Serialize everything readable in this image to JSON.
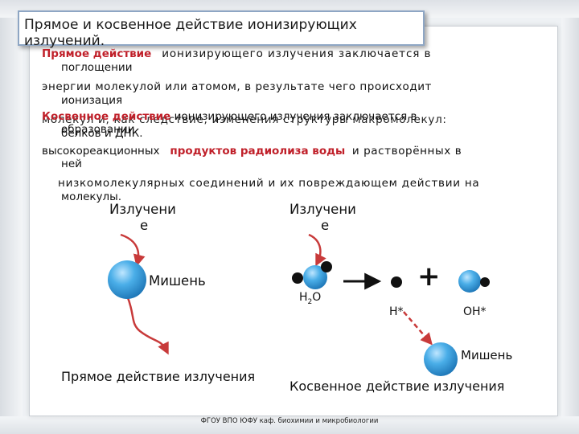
{
  "title": "Прямое и косвенное действие ионизирующих излучений.",
  "paragraph1": {
    "term": "Прямое действие",
    "line1_rest": "ионизирующего излучения заключается в",
    "line1_wrap": "поглощении",
    "line2": "энергии молекулой или атомом, в результате чего происходит",
    "line2_wrap": "ионизация",
    "line3": "молекул и, как следствие, изменения структуры макромолекул:",
    "line3_wrap": "белков и ДНК."
  },
  "paragraph2": {
    "term": "Косвенное действие",
    "line1_rest": "ионизирующего излучения заключается в",
    "line1_wrap": "образовании",
    "line2_start": "высокореакционных",
    "line2_term": "продуктов радиолиза воды",
    "line2_rest": "и растворённых в",
    "line2_wrap": "ней",
    "line3": "низкомолекулярных соединений и их повреждающем действии на",
    "line3_wrap": "молекулы."
  },
  "diagram": {
    "left_radiation_line1": "Излучени",
    "left_radiation_line2": "е",
    "left_target": "Мишень",
    "left_caption": "Прямое действие излучения",
    "right_radiation_line1": "Излучени",
    "right_radiation_line2": "е",
    "water_label_h": "H",
    "water_label_sub": "2",
    "water_label_o": "O",
    "plus": "+",
    "h_radical": "H*",
    "oh_radical": "OH*",
    "right_target": "Мишень",
    "right_caption": "Косвенное действие излучения"
  },
  "footer": "ФГОУ ВПО ЮФУ каф. биохимии и микробиологии",
  "colors": {
    "term_red": "#c0202a",
    "arrow_red": "#c83a3a",
    "sphere_blue": "#3a9fe0",
    "title_border": "#8ea6c4"
  }
}
